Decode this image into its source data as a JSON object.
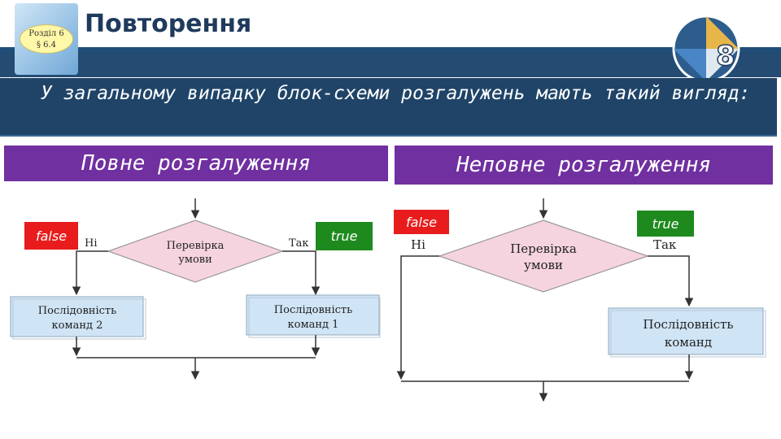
{
  "header": {
    "section_line1": "Розділ 6",
    "section_line2": "§ 6.4",
    "title": "Повторення",
    "grade": "8"
  },
  "intro": "У загальному випадку блок-схеми розгалужень мають такий вигляд:",
  "full_branching": {
    "caption": "Повне розгалуження",
    "false_tag": "false",
    "true_tag": "true",
    "no_label": "Ні",
    "yes_label": "Так",
    "condition": [
      "Перевірка",
      "умови"
    ],
    "sequence_left": [
      "Послідовність",
      "команд 2"
    ],
    "sequence_right": [
      "Послідовність",
      "команд 1"
    ]
  },
  "partial_branching": {
    "caption": "Неповне розгалуження",
    "false_tag": "false",
    "true_tag": "true",
    "no_label": "Ні",
    "yes_label": "Так",
    "condition": [
      "Перевірка",
      "умови"
    ],
    "sequence": [
      "Послідовність",
      "команд"
    ]
  },
  "colors": {
    "header_blue": "#1f4e79",
    "caption_purple": "#7030a0",
    "false_red": "#e81c1c",
    "true_green": "#1e8a1e",
    "diamond_fill": "#f6d4df",
    "box_fill": "#cfe4f5"
  }
}
